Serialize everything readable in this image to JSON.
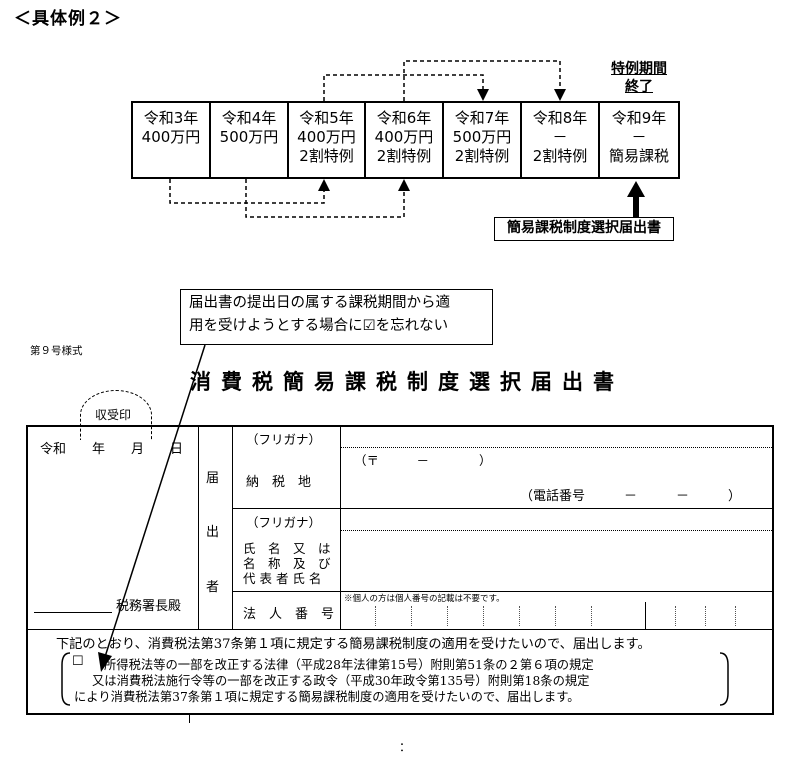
{
  "section_title": "＜具体例２＞",
  "timeline": {
    "cells": [
      {
        "year": "令和3年",
        "amount": "400万円",
        "note": ""
      },
      {
        "year": "令和4年",
        "amount": "500万円",
        "note": ""
      },
      {
        "year": "令和5年",
        "amount": "400万円",
        "note": "2割特例"
      },
      {
        "year": "令和6年",
        "amount": "400万円",
        "note": "2割特例"
      },
      {
        "year": "令和7年",
        "amount": "500万円",
        "note": "2割特例"
      },
      {
        "year": "令和8年",
        "amount": "－",
        "note": "2割特例"
      },
      {
        "year": "令和9年",
        "amount": "－",
        "note": "簡易課税"
      }
    ],
    "special_period_line1": "特例期間",
    "special_period_line2": "終了",
    "form_label": "簡易課税制度選択届出書"
  },
  "callout": {
    "line1": "届出書の提出日の属する課税期間から適",
    "line2": "用を受けようとする場合に☑を忘れない"
  },
  "form": {
    "form_number": "第９号様式",
    "title": "消費税簡易課税制度選択届出書",
    "receipt_stamp": "収受印",
    "date_label": "令和　　年　　月　　日",
    "tax_office": "税務署長殿",
    "filer_label": [
      "届",
      "出",
      "者"
    ],
    "furigana": "（フリガナ）",
    "tax_place_label": "納　税　地",
    "postal": "（〒　　　－　　　　）",
    "phone": "（電話番号　　　－　　　－　　　）",
    "name_label_1": "氏　名　又　は",
    "name_label_2": "名　称　及　び",
    "name_label_3": "代 表 者 氏 名",
    "corp_number_label": "法　人　番　号",
    "corp_number_note": "※個人の方は個人番号の記載は不要です。",
    "statement": "下記のとおり、消費税法第37条第１項に規定する簡易課税制度の適用を受けたいので、届出します。",
    "checkbox_symbol": "☐",
    "special_line1": "所得税法等の一部を改正する法律（平成28年法律第15号）附則第51条の２第６項の規定",
    "special_line2": "又は消費税法施行令等の一部を改正する政令（平成30年政令第135号）附則第18条の規定",
    "special_line3": "により消費税法第37条第１項に規定する簡易課税制度の適用を受けたいので、届出します。"
  },
  "footer_mark": "："
}
